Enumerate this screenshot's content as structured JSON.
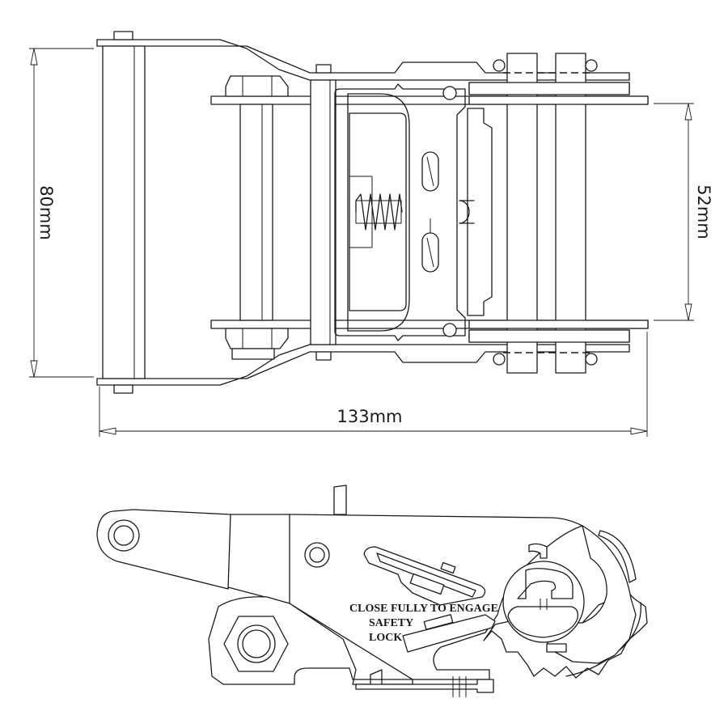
{
  "top_view": {
    "dimension_height": "80mm",
    "dimension_inner": "52mm",
    "dimension_length": "133mm"
  },
  "side_view": {
    "warning_lines": [
      "CLOSE FULLY TO ENGAGE",
      "SAFETY",
      "LOCK"
    ]
  }
}
